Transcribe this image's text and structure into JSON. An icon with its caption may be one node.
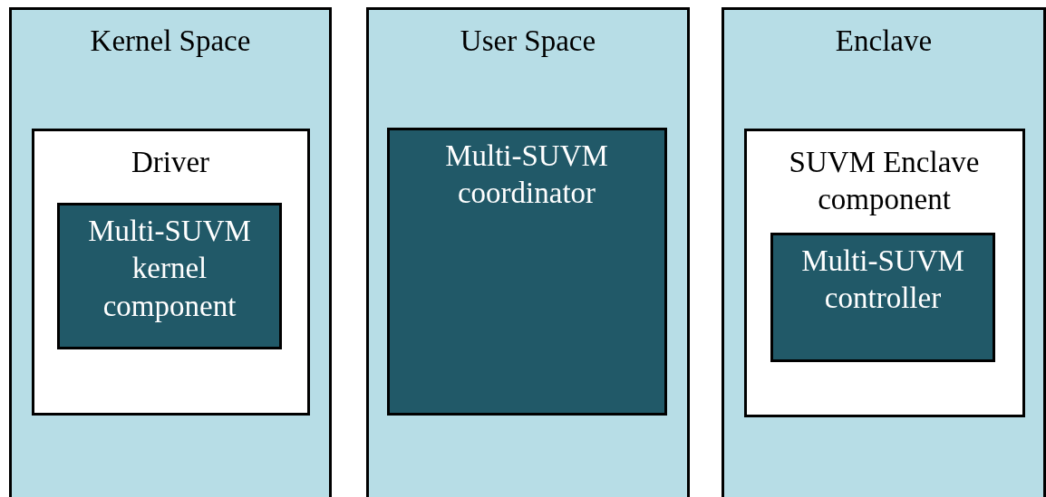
{
  "diagram": {
    "nodes": [
      {
        "text": [
          "Kernel Space"
        ]
      },
      {
        "text": [
          "Driver"
        ],
        "in": 0
      },
      {
        "text": [
          "Multi-SUVM kernel component"
        ],
        "in": 1
      },
      {
        "text": [
          "User Space"
        ]
      },
      {
        "text": [
          "Multi-SUVM coordinator"
        ],
        "in": 3
      },
      {
        "text": [
          "Enclave"
        ]
      },
      {
        "text": [
          "SUVM Enclave component"
        ],
        "in": 5
      },
      {
        "text": [
          "Multi-SUVM controller"
        ],
        "in": 6
      }
    ]
  }
}
